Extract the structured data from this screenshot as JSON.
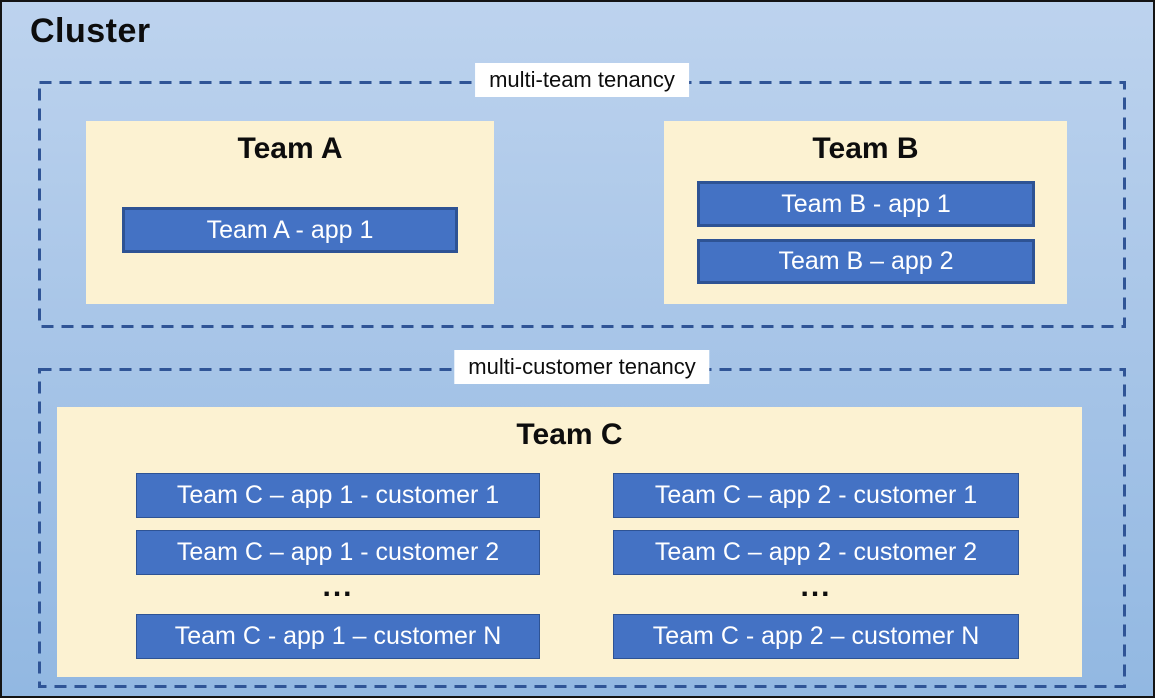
{
  "colors": {
    "background_top": "#BDD3EE",
    "background_bottom": "#92B8E2",
    "panel_cream": "#FCF2D2",
    "app_fill_blue": "#4472C4",
    "app_border_blue": "#2E5394",
    "dashed_border_blue": "#2F5496",
    "label_background": "#FFFFFF",
    "text_dark": "#0D0D0D",
    "text_light": "#FFFFFF",
    "outer_border": "#141414"
  },
  "cluster": {
    "title": "Cluster"
  },
  "multi_team": {
    "label": "multi-team tenancy",
    "teams": [
      {
        "name": "Team A",
        "apps": [
          "Team A - app 1"
        ]
      },
      {
        "name": "Team B",
        "apps": [
          "Team B - app 1",
          "Team B – app 2"
        ]
      }
    ]
  },
  "multi_customer": {
    "label": "multi-customer tenancy",
    "team_name": "Team C",
    "columns": [
      {
        "rows": [
          "Team C – app 1 - customer 1",
          "Team C – app 1 - customer 2"
        ],
        "ellipsis": "...",
        "last_row": "Team C - app 1 – customer N"
      },
      {
        "rows": [
          "Team C – app 2 - customer 1",
          "Team C – app 2 - customer 2"
        ],
        "ellipsis": "...",
        "last_row": "Team C - app 2 – customer N"
      }
    ]
  }
}
